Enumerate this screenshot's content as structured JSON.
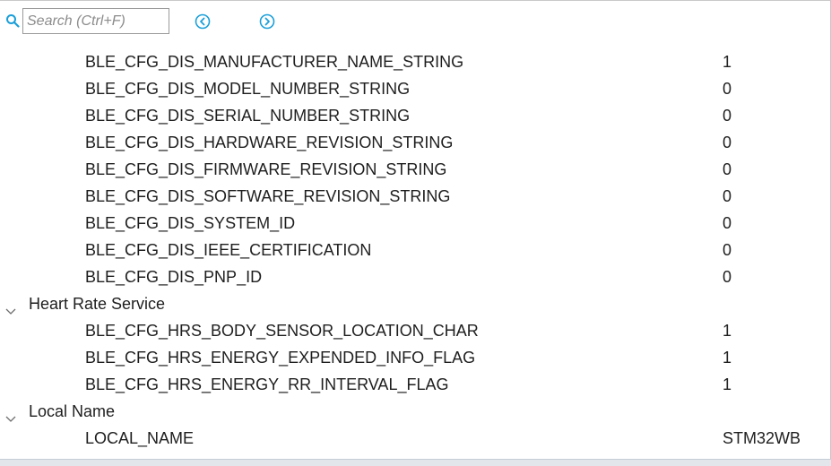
{
  "toolbar": {
    "search_placeholder": "Search (Ctrl+F)",
    "search_icon": "search-icon",
    "prev_icon": "chevron-left-circle-icon",
    "next_icon": "chevron-right-circle-icon",
    "accent_color": "#1a9fd9"
  },
  "groups": {
    "dis": {
      "rows": [
        {
          "name": "BLE_CFG_DIS_MANUFACTURER_NAME_STRING",
          "value": "1"
        },
        {
          "name": "BLE_CFG_DIS_MODEL_NUMBER_STRING",
          "value": "0"
        },
        {
          "name": "BLE_CFG_DIS_SERIAL_NUMBER_STRING",
          "value": "0"
        },
        {
          "name": "BLE_CFG_DIS_HARDWARE_REVISION_STRING",
          "value": "0"
        },
        {
          "name": "BLE_CFG_DIS_FIRMWARE_REVISION_STRING",
          "value": "0"
        },
        {
          "name": "BLE_CFG_DIS_SOFTWARE_REVISION_STRING",
          "value": "0"
        },
        {
          "name": "BLE_CFG_DIS_SYSTEM_ID",
          "value": "0"
        },
        {
          "name": "BLE_CFG_DIS_IEEE_CERTIFICATION",
          "value": "0"
        },
        {
          "name": "BLE_CFG_DIS_PNP_ID",
          "value": "0"
        }
      ]
    },
    "heart_rate": {
      "label": "Heart Rate Service",
      "rows": [
        {
          "name": "BLE_CFG_HRS_BODY_SENSOR_LOCATION_CHAR",
          "value": "1"
        },
        {
          "name": "BLE_CFG_HRS_ENERGY_EXPENDED_INFO_FLAG",
          "value": "1"
        },
        {
          "name": "BLE_CFG_HRS_ENERGY_RR_INTERVAL_FLAG",
          "value": "1"
        }
      ]
    },
    "local_name": {
      "label": "Local Name",
      "rows": [
        {
          "name": "LOCAL_NAME",
          "value": "STM32WB"
        }
      ]
    }
  }
}
